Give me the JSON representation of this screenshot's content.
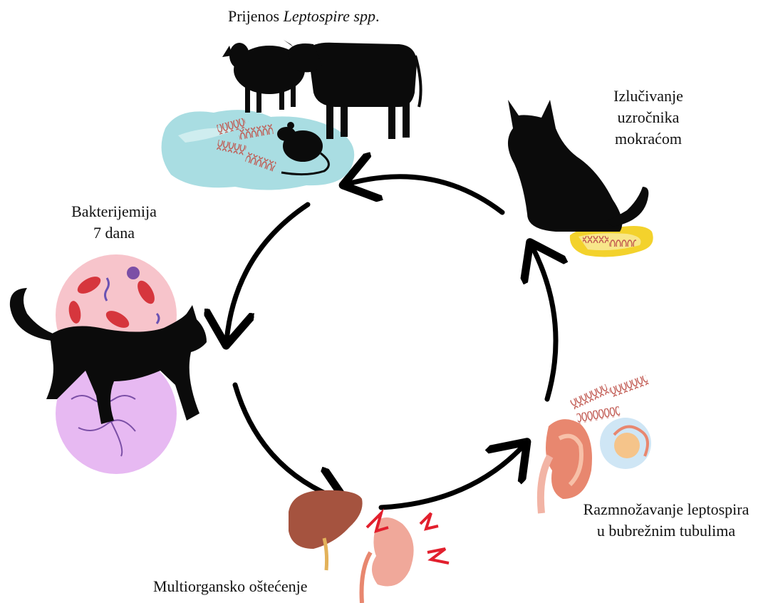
{
  "stages": {
    "transmission": {
      "prefix": "Prijenos",
      "italic": "Leptospire spp",
      "suffix": "."
    },
    "urine_shedding": {
      "line1": "Izlučivanje",
      "line2": "uzročnika",
      "line3": "mokraćom"
    },
    "bacteremia": {
      "line1": "Bakterijemija",
      "line2": "7 dana"
    },
    "kidney_replication": {
      "line1": "Razmnožavanje leptospira",
      "line2": "u bubrežnim tubulima"
    },
    "organ_damage": {
      "text": "Multiorgansko oštećenje"
    }
  },
  "colors": {
    "arrow": "#000000",
    "silhouette": "#0b0b0b",
    "water": "#a9dde2",
    "urine": "#f3d22c",
    "blood_bg": "#f7c4cb",
    "tissue_bg": "#e7b9f2",
    "spiral": "#c0574f",
    "liver": "#a5533f",
    "kidney": "#e8876f",
    "lightning": "#e21f2d"
  }
}
